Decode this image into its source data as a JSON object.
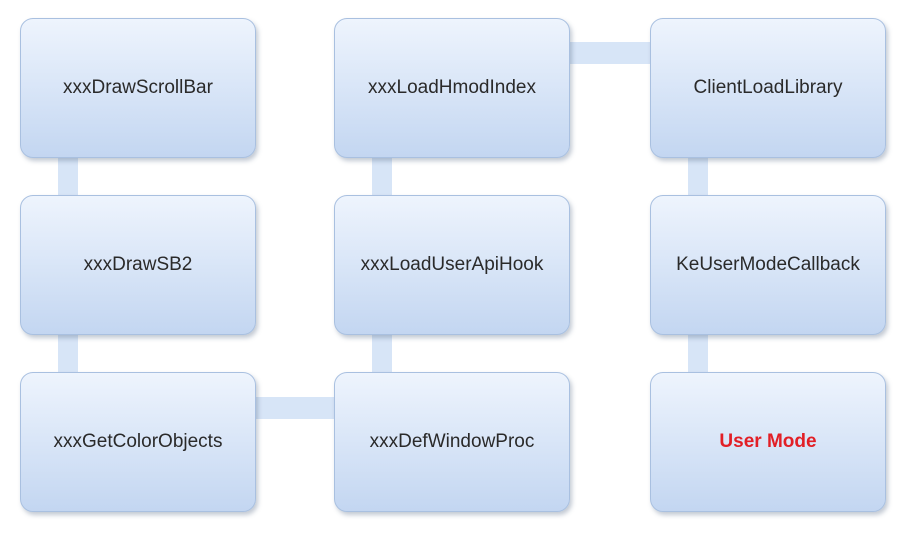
{
  "diagram": {
    "nodes": {
      "draw_scrollbar": "xxxDrawScrollBar",
      "load_hmod_index": "xxxLoadHmodIndex",
      "client_load_library": "ClientLoadLibrary",
      "draw_sb2": "xxxDrawSB2",
      "load_user_api_hook": "xxxLoadUserApiHook",
      "ke_user_mode_callback": "KeUserModeCallback",
      "get_color_objects": "xxxGetColorObjects",
      "def_window_proc": "xxxDefWindowProc",
      "user_mode": "User Mode"
    },
    "colors": {
      "node_fill_top": "#eef4fd",
      "node_fill_bottom": "#c3d6f1",
      "node_border": "#a9c0e0",
      "connector": "#d7e5f7",
      "accent_text": "#e21f26"
    }
  }
}
